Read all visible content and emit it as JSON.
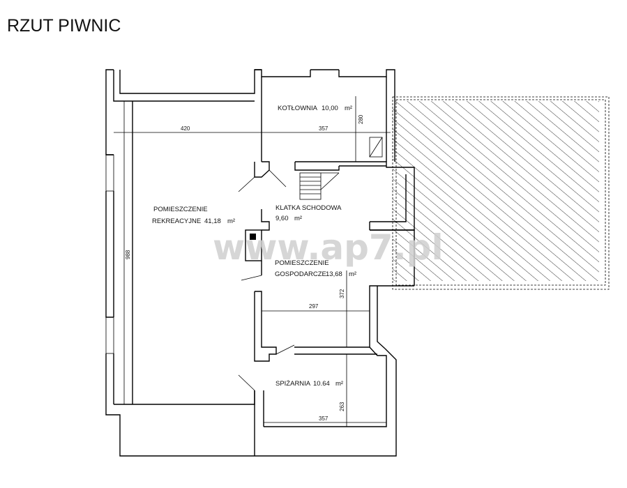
{
  "title": "RZUT PIWNIC",
  "watermark": "www.ap7.pl",
  "rooms": [
    {
      "name": "POMIESZCZENIE",
      "name2": "REKREACYJNE",
      "area": "41,18",
      "unit": "m²"
    },
    {
      "name": "KOTŁOWNIA",
      "area": "10,00",
      "unit": "m²"
    },
    {
      "name": "KLATKA SCHODOWA",
      "area": "9,60",
      "unit": "m²"
    },
    {
      "name": "POMIESZCZENIE",
      "name2": "GOSPODARCZE",
      "area": "13,68",
      "unit": "m²"
    },
    {
      "name": "SPIŻARNIA",
      "area": "10.64",
      "unit": "m²"
    }
  ],
  "dimensions": [
    "420",
    "357",
    "280",
    "988",
    "297",
    "372",
    "357",
    "263"
  ],
  "colors": {
    "line": "#000000",
    "hatch": "#000000",
    "background": "#ffffff"
  }
}
